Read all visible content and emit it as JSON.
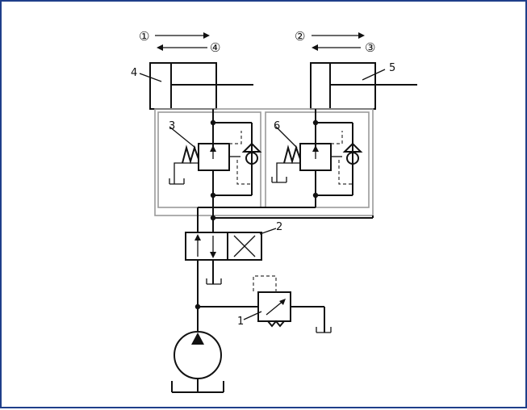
{
  "motion_sequence": {
    "step_1": "①",
    "step_2": "②",
    "step_3": "③",
    "step_4": "④"
  },
  "component_labels": {
    "relief_valve": "1",
    "directional_valve": "2",
    "sequence_valve_left": "3",
    "cylinder_left": "4",
    "cylinder_right": "5",
    "sequence_valve_right": "6"
  }
}
